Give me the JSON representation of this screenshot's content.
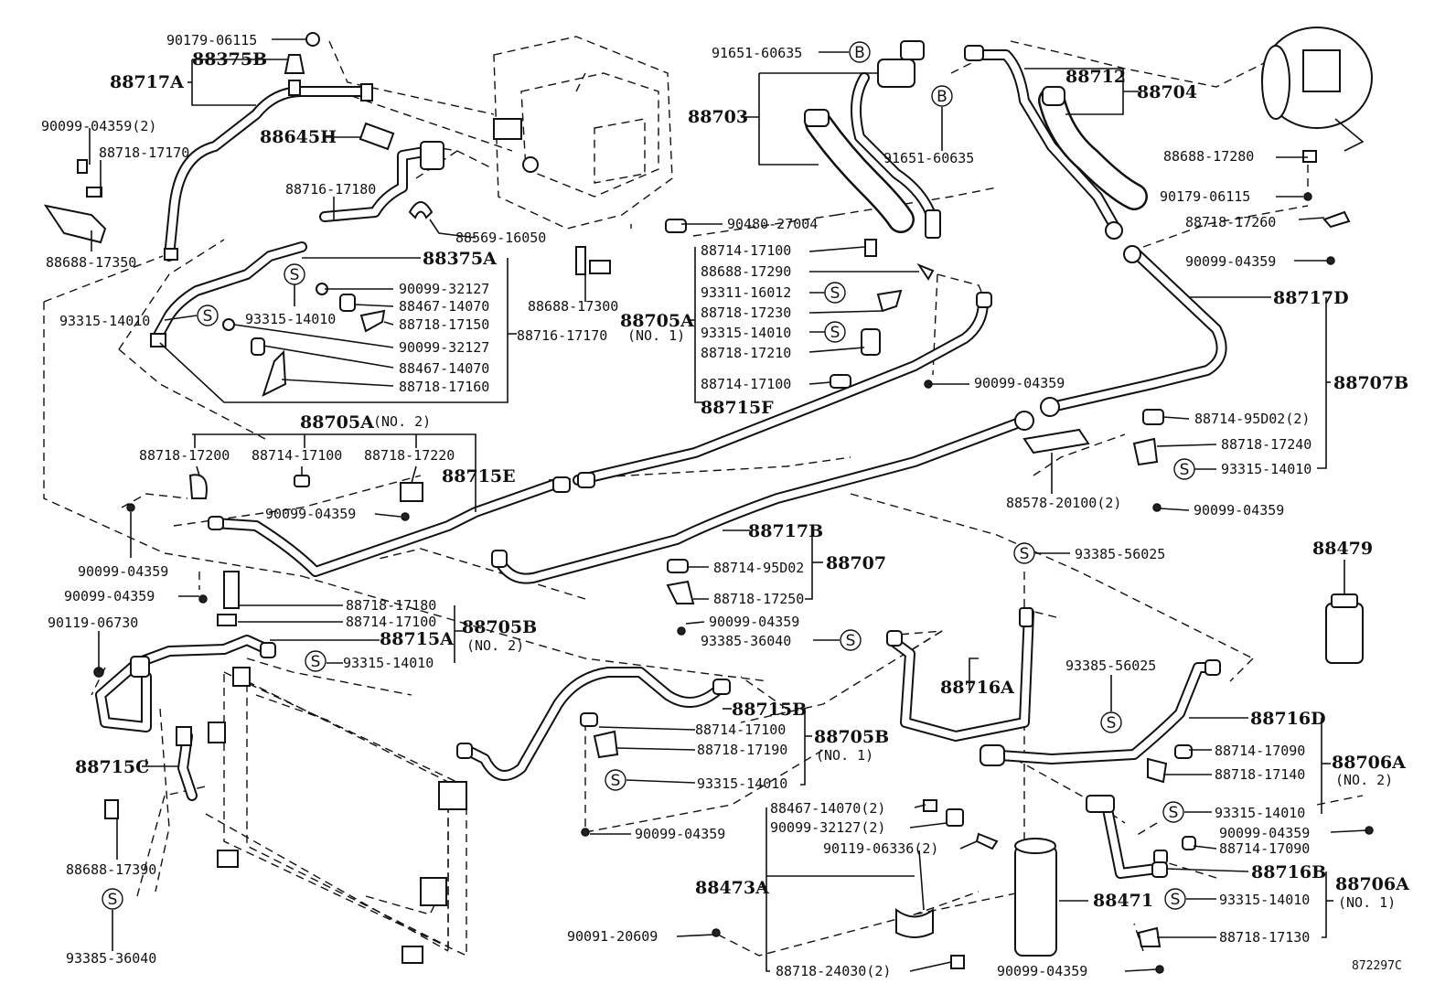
{
  "diagram": {
    "figure_code": "872297C",
    "symbols": {
      "s": "S",
      "b": "B"
    },
    "labels": {
      "l90179_06115_a": "90179-06115",
      "l88375B": "88375B",
      "l88717A": "88717A",
      "l90099_04359_2a": "90099-04359(2)",
      "l88718_17170": "88718-17170",
      "l88645H": "88645H",
      "l88716_17180": "88716-17180",
      "l88688_17350": "88688-17350",
      "l88569_16050": "88569-16050",
      "l88375A": "88375A",
      "l90099_32127_a": "90099-32127",
      "l88467_14070_a": "88467-14070",
      "l88718_17150": "88718-17150",
      "l93315_14010_a": "93315-14010",
      "l93315_14010_b": "93315-14010",
      "l90099_32127_b": "90099-32127",
      "l88716_17170": "88716-17170",
      "l_no1_a": "(NO. 1)",
      "l88467_14070_b": "88467-14070",
      "l88718_17160": "88718-17160",
      "l88688_17300": "88688-17300",
      "l91651_60635_a": "91651-60635",
      "l88703": "88703",
      "l91651_60635_b": "91651-60635",
      "l88712": "88712",
      "l88704": "88704",
      "l88688_17280": "88688-17280",
      "l90179_06115_b": "90179-06115",
      "l90480_27004": "90480-27004",
      "l88718_17260": "88718-17260",
      "l88714_17100_a": "88714-17100",
      "l90099_04359_a": "90099-04359",
      "l88688_17290": "88688-17290",
      "l93311_16012": "93311-16012",
      "l88717D": "88717D",
      "l88705A_a": "88705A",
      "l88718_17230": "88718-17230",
      "l93315_14010_c": "93315-14010",
      "l88718_17210": "88718-17210",
      "l88714_17100_b": "88714-17100",
      "l90099_04359_b": "90099-04359",
      "l88707B": "88707B",
      "l88715F": "88715F",
      "l88714_95D02_a": "88714-95D02(2)",
      "l88718_17240": "88718-17240",
      "l93315_14010_d": "93315-14010",
      "l88705A_b": "88705A",
      "l_no2_a": "(NO. 2)",
      "l88718_17200": "88718-17200",
      "l88714_17100_c": "88714-17100",
      "l88718_17220": "88718-17220",
      "l88715E": "88715E",
      "l88578_20100": "88578-20100(2)",
      "l90099_04359_c": "90099-04359",
      "l90099_04359_d": "90099-04359",
      "l88717B": "88717B",
      "l93385_56025_a": "93385-56025",
      "l88479": "88479",
      "l90099_04359_e": "90099-04359",
      "l88714_95D02_b": "88714-95D02",
      "l88707": "88707",
      "l88718_17180": "88718-17180",
      "l88718_17250": "88718-17250",
      "l90099_04359_f": "90099-04359",
      "l88714_17100_d": "88714-17100",
      "l88705B_a": "88705B",
      "l_no2_b": "(NO. 2)",
      "l90119_06730": "90119-06730",
      "l88715A": "88715A",
      "l93315_14010_e": "93315-14010",
      "l93385_36040_a": "93385-36040",
      "l88716A": "88716A",
      "l93385_56025_b": "93385-56025",
      "l88715B": "88715B",
      "l88714_17100_e": "88714-17100",
      "l88705B_b": "88705B",
      "l_no1_b": "(NO. 1)",
      "l88718_17190": "88718-17190",
      "l93315_14010_f": "93315-14010",
      "l88716D": "88716D",
      "l88714_17090_a": "88714-17090",
      "l88706A_a": "88706A",
      "l_no2_c": "(NO. 2)",
      "l88718_17140": "88718-17140",
      "l88715C": "88715C",
      "l93315_14010_g": "93315-14010",
      "l90099_04359_g": "90099-04359",
      "l88714_17090_b": "88714-17090",
      "l88716B": "88716B",
      "l88467_14070_c": "88467-14070(2)",
      "l90099_32127_c": "90099-32127(2)",
      "l90119_06336": "90119-06336(2)",
      "l88688_17390": "88688-17390",
      "l88473A": "88473A",
      "l88471": "88471",
      "l93315_14010_h": "93315-14010",
      "l88706A_b": "88706A",
      "l_no1_c": "(NO. 1)",
      "l90099_04359_h": "90099-04359",
      "l88718_17130": "88718-17130",
      "l93385_36040_b": "93385-36040",
      "l90091_20609": "90091-20609",
      "l88718_24030": "88718-24030(2)",
      "l90099_04359_i": "90099-04359"
    }
  }
}
